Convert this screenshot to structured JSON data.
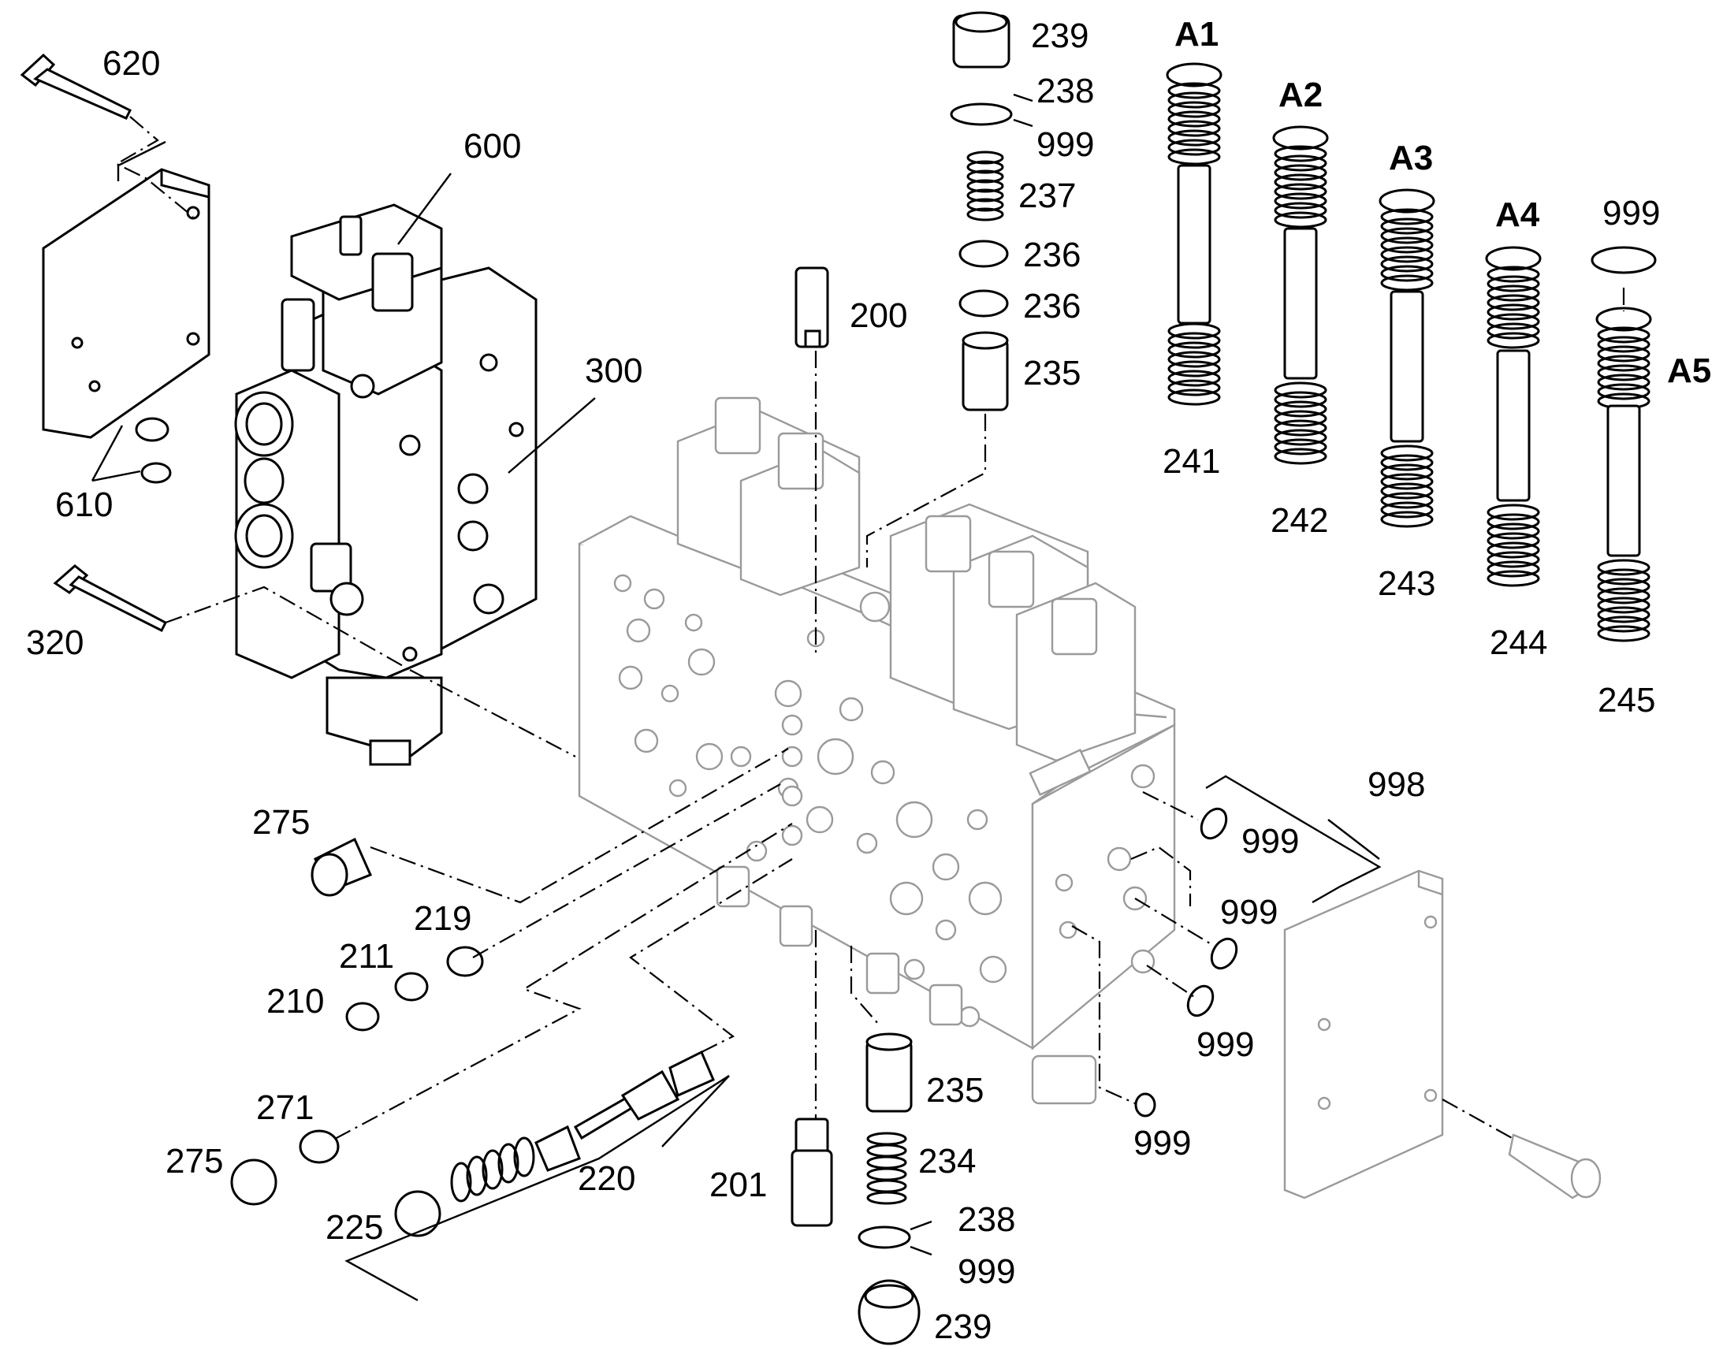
{
  "labels": {
    "l620": "620",
    "l600": "600",
    "l300": "300",
    "l610": "610",
    "l320": "320",
    "l200": "200",
    "l239a": "239",
    "l238a": "238",
    "l999a": "999",
    "l237": "237",
    "l236a": "236",
    "l236b": "236",
    "l235a": "235",
    "A1": "A1",
    "A2": "A2",
    "A3": "A3",
    "A4": "A4",
    "A5": "A5",
    "l241": "241",
    "l242": "242",
    "l243": "243",
    "l244": "244",
    "l245": "245",
    "l999top": "999",
    "l275a": "275",
    "l219": "219",
    "l211": "211",
    "l210": "210",
    "l271": "271",
    "l275b": "275",
    "l225": "225",
    "l220": "220",
    "l201": "201",
    "l235b": "235",
    "l234": "234",
    "l238b": "238",
    "l999b": "999",
    "l239b": "239",
    "l998": "998",
    "l999c": "999",
    "l999d": "999",
    "l999e": "999",
    "l999f": "999"
  }
}
